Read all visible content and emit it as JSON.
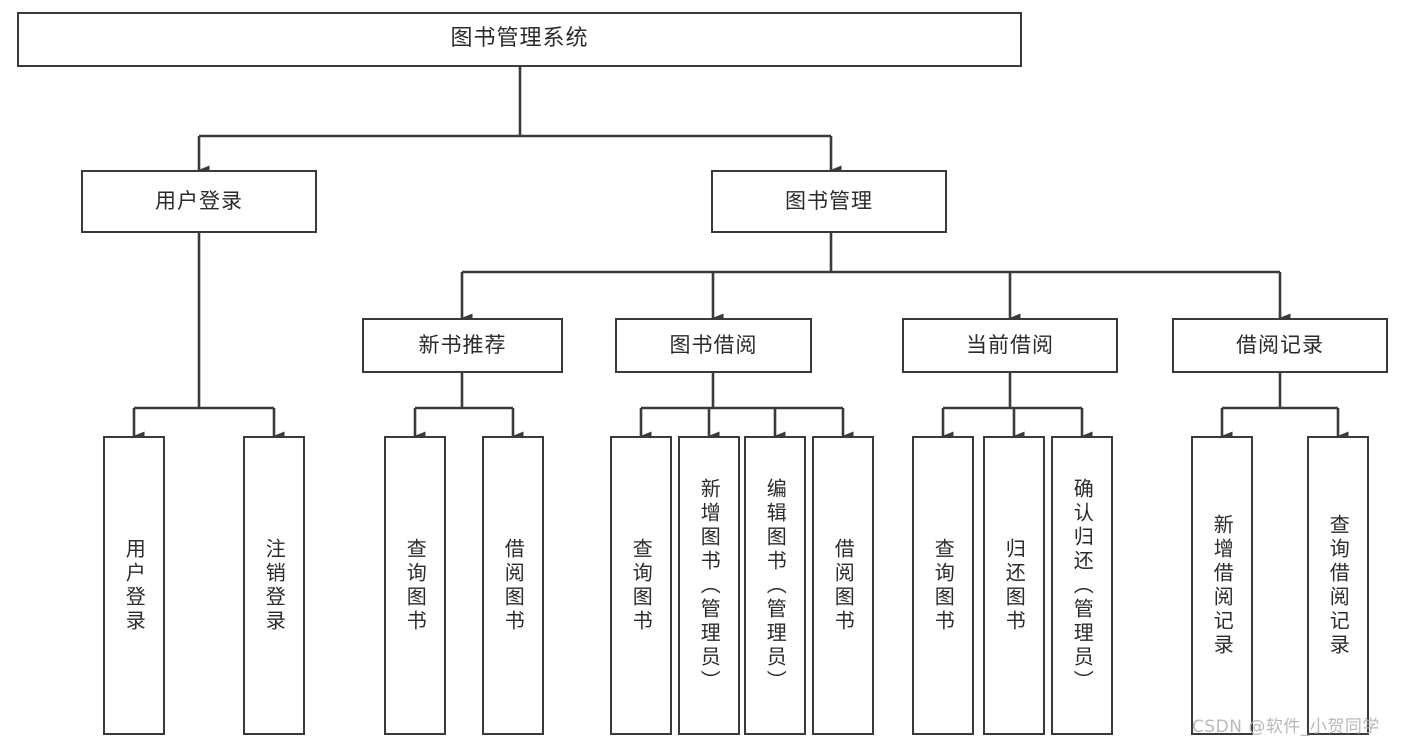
{
  "diagram": {
    "title": "图书管理系统",
    "type": "tree-hierarchy",
    "line_color": "#3a3a3a",
    "text_color": "#2b2b2b",
    "background": "#ffffff"
  },
  "root": {
    "label": "图书管理系统"
  },
  "level2": [
    {
      "label": "用户登录"
    },
    {
      "label": "图书管理"
    }
  ],
  "level3": [
    {
      "label": "新书推荐"
    },
    {
      "label": "图书借阅"
    },
    {
      "label": "当前借阅"
    },
    {
      "label": "借阅记录"
    }
  ],
  "leaves": {
    "user_login": [
      {
        "label": "用户登录"
      },
      {
        "label": "注销登录"
      }
    ],
    "new_book_recommend": [
      {
        "label": "查询图书"
      },
      {
        "label": "借阅图书"
      }
    ],
    "book_borrow": [
      {
        "label": "查询图书"
      },
      {
        "label": "新增图书（管理员）"
      },
      {
        "label": "编辑图书（管理员）"
      },
      {
        "label": "借阅图书"
      }
    ],
    "current_borrow": [
      {
        "label": "查询图书"
      },
      {
        "label": "归还图书"
      },
      {
        "label": "确认归还（管理员）"
      }
    ],
    "borrow_record": [
      {
        "label": "新增借阅记录"
      },
      {
        "label": "查询借阅记录"
      }
    ]
  },
  "watermark": {
    "text": "CSDN @软件_小贺同学"
  }
}
